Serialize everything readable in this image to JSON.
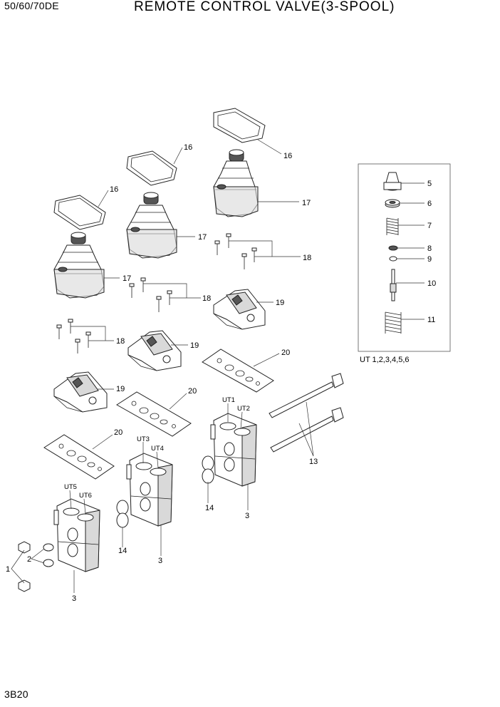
{
  "header": {
    "model": "50/60/70DE",
    "title": "REMOTE CONTROL VALVE(3-SPOOL)"
  },
  "footer": {
    "page_code": "3B20"
  },
  "callouts": {
    "c1": "1",
    "c2": "2",
    "c3": "3",
    "c5": "5",
    "c6": "6",
    "c7": "7",
    "c8": "8",
    "c9": "9",
    "c10": "10",
    "c11": "11",
    "c13": "13",
    "c14": "14",
    "c16": "16",
    "c17": "17",
    "c18": "18",
    "c19": "19",
    "c20": "20"
  },
  "port_labels": {
    "ut1": "UT1",
    "ut2": "UT2",
    "ut3": "UT3",
    "ut4": "UT4",
    "ut5": "UT5",
    "ut6": "UT6"
  },
  "inset": {
    "caption": "UT 1,2,3,4,5,6"
  }
}
